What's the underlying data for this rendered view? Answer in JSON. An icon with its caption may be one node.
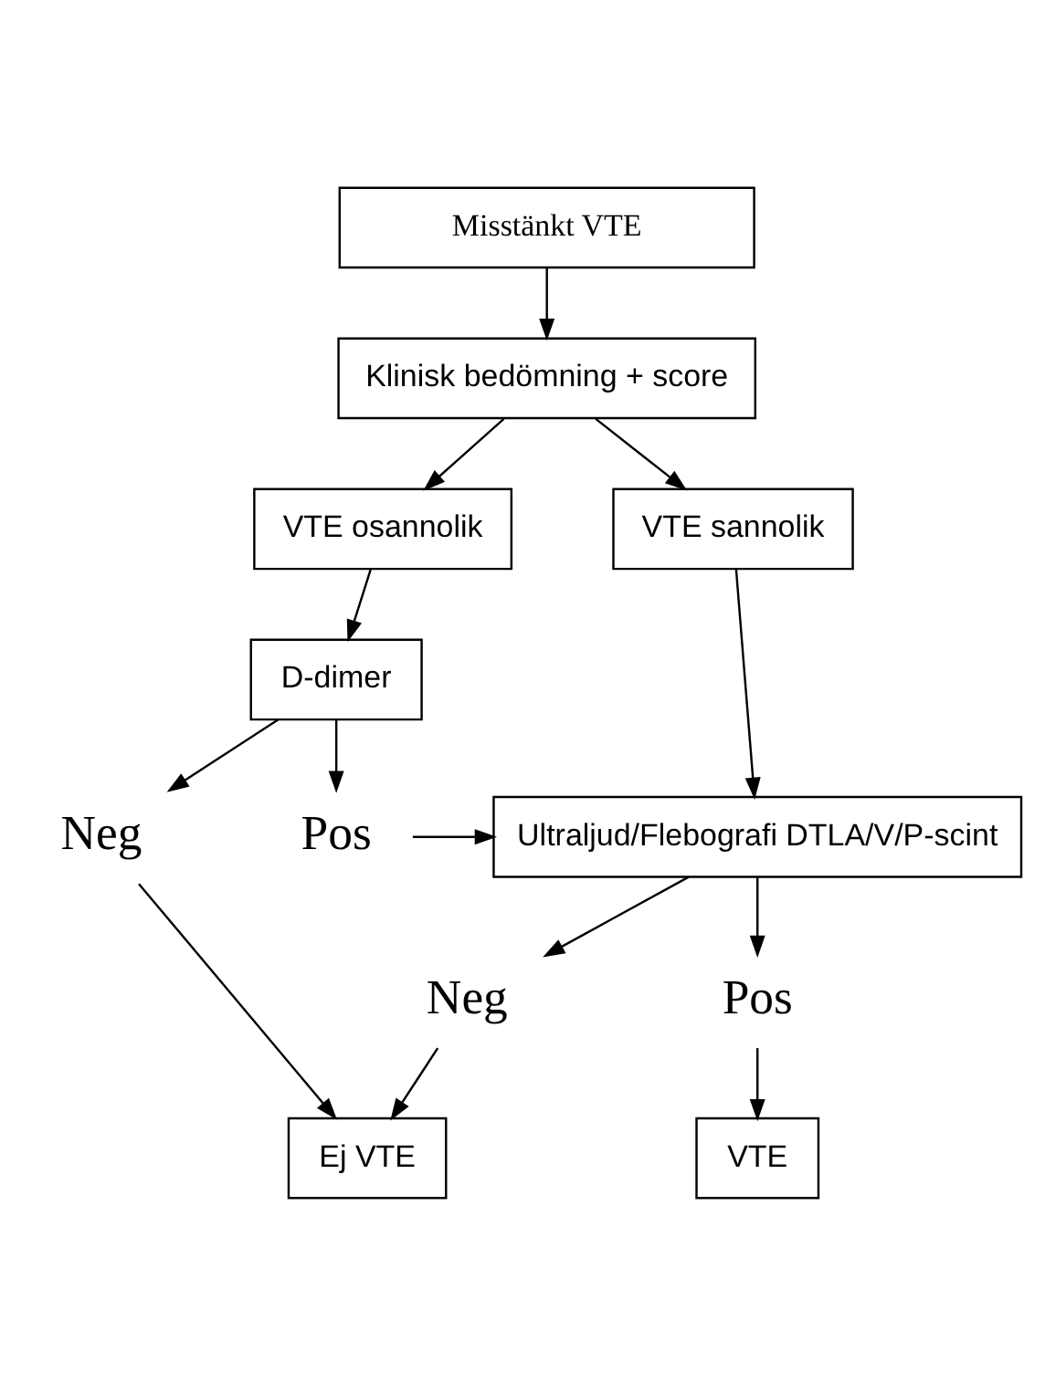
{
  "diagram": {
    "nodes": [
      {
        "text": [
          "Misstänkt VTE"
        ]
      },
      {
        "text": [
          "Klinisk bedömning + score"
        ]
      },
      {
        "text": [
          "VTE osannolik"
        ]
      },
      {
        "text": [
          "VTE sannolik"
        ]
      },
      {
        "text": [
          "D-dimer"
        ]
      },
      {
        "text": [
          "Neg"
        ]
      },
      {
        "text": [
          "Pos"
        ]
      },
      {
        "text": [
          "Ultraljud/Flebografi DTLA/V/P-scint"
        ]
      },
      {
        "text": [
          "Neg"
        ]
      },
      {
        "text": [
          "Pos"
        ]
      },
      {
        "text": [
          "Ej VTE"
        ]
      },
      {
        "text": [
          "VTE"
        ]
      }
    ],
    "edges": [
      {
        "from": 0,
        "to": 1,
        "arrow": "to"
      },
      {
        "from": 1,
        "to": 2,
        "arrow": "to"
      },
      {
        "from": 1,
        "to": 3,
        "arrow": "to"
      },
      {
        "from": 2,
        "to": 4,
        "arrow": "to"
      },
      {
        "from": 4,
        "to": 5,
        "arrow": "to"
      },
      {
        "from": 4,
        "to": 6,
        "arrow": "to"
      },
      {
        "from": 3,
        "to": 7,
        "arrow": "to"
      },
      {
        "from": 6,
        "to": 7,
        "arrow": "to"
      },
      {
        "from": 7,
        "to": 8,
        "arrow": "to"
      },
      {
        "from": 7,
        "to": 9,
        "arrow": "to"
      },
      {
        "from": 5,
        "to": 10,
        "arrow": "to"
      },
      {
        "from": 8,
        "to": 10,
        "arrow": "to"
      },
      {
        "from": 9,
        "to": 11,
        "arrow": "to"
      }
    ]
  }
}
